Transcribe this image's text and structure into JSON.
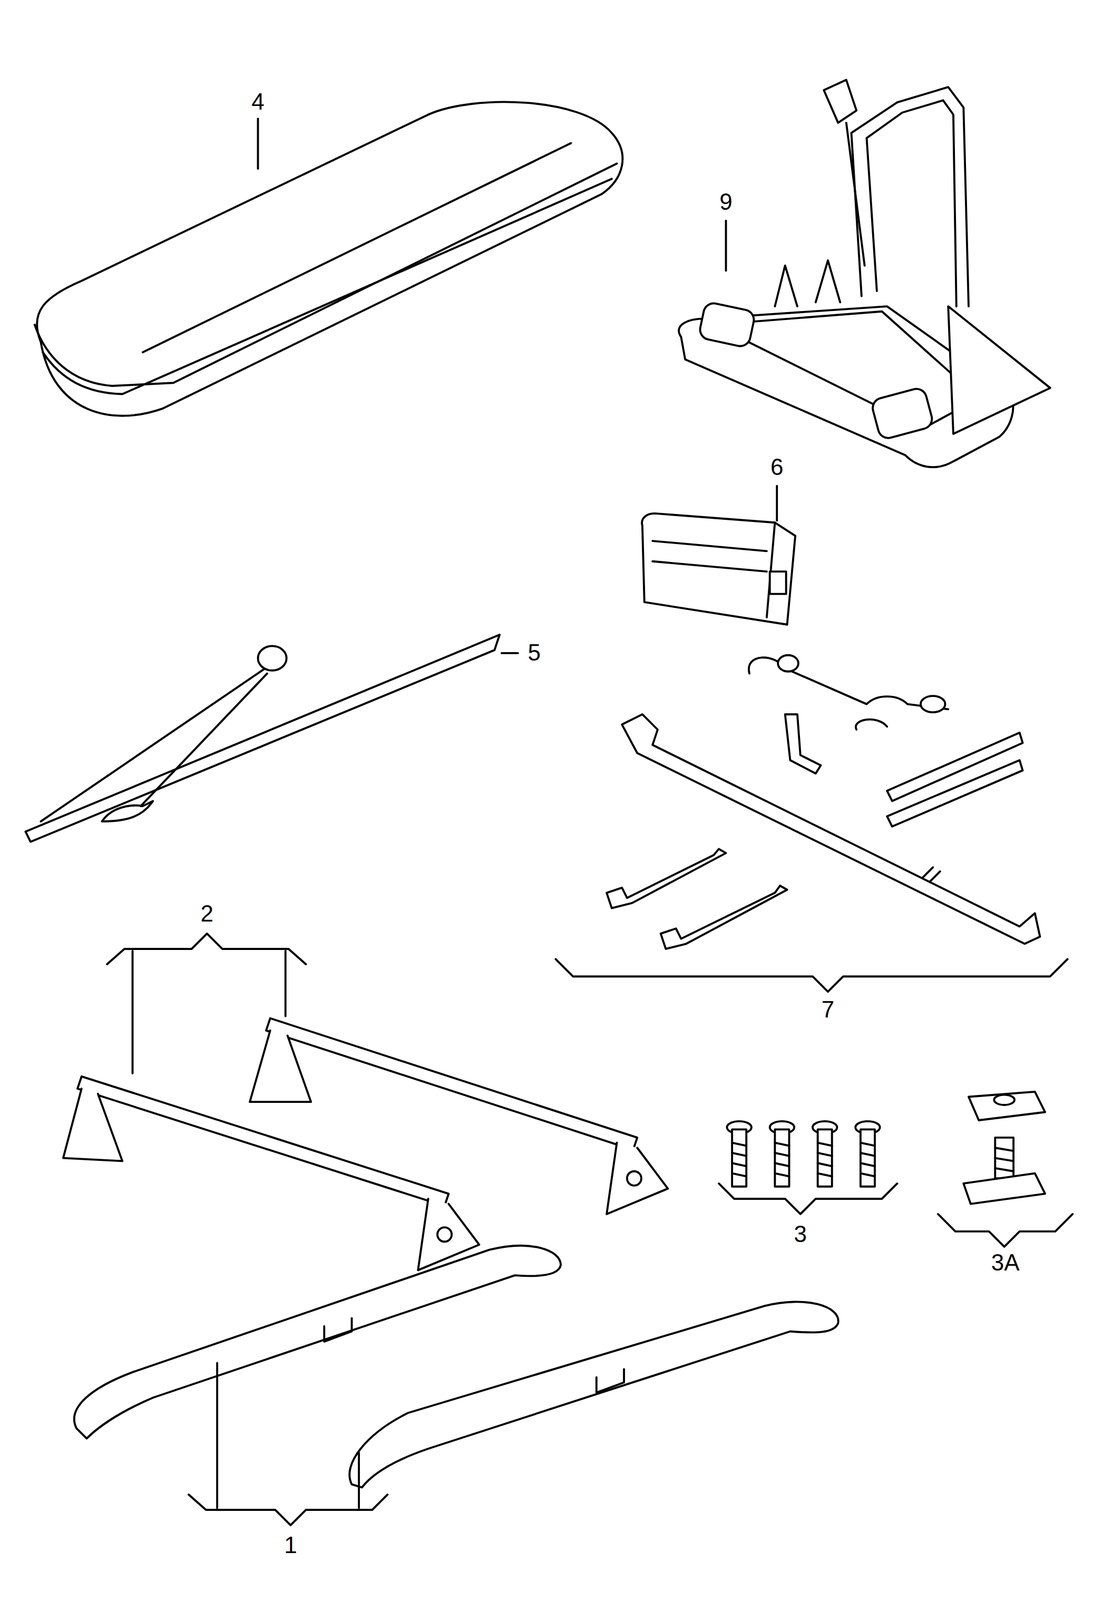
{
  "diagram": {
    "labels": [
      "4",
      "9",
      "6",
      "5",
      "7",
      "2",
      "3",
      "3A",
      "1"
    ]
  }
}
